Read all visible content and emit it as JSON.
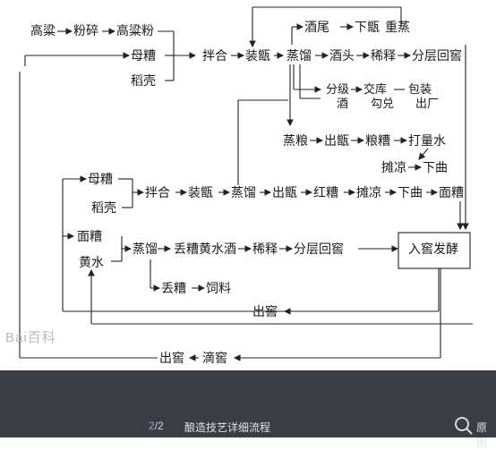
{
  "diagram": {
    "nodes": {
      "gaoliang": "高粱",
      "fensui": "粉碎",
      "gaoliangfen": "高粱粉",
      "muzao1": "母糟",
      "daoke1": "稻壳",
      "banhe1": "拌合",
      "zhuangzeng1": "装甑",
      "zhengliu1": "蒸馏",
      "jiuwei": "酒尾",
      "xiazeng": "下甑",
      "chongzheng": "重蒸",
      "jiutou": "酒头",
      "xishi1": "稀释",
      "fencenghuijiao1": "分层回窖",
      "fenji": "分级",
      "jiaoku": "交库",
      "baozhuang": "包装",
      "jiu": "酒",
      "goudui": "勾兑",
      "chuchang": "出厂",
      "zhengliang": "蒸粮",
      "chuzeng1": "出甑",
      "liangzao": "粮糟",
      "daliangshui": "打量水",
      "tanliang1": "摊凉",
      "xiaqu1": "下曲",
      "muzao2": "母糟",
      "daoke2": "稻壳",
      "banhe2": "拌合",
      "zhuangzeng2": "装甑",
      "zhengliu2": "蒸馏",
      "chuzeng2": "出甑",
      "hongzao": "红糟",
      "tanliang2": "摊凉",
      "xiaqu2": "下曲",
      "mianzao1": "面糟",
      "mianzao2": "面糟",
      "huangshui": "黄水",
      "zhengliu3": "蒸馏",
      "diuzaohuangshuijiu": "丢糟黄水酒",
      "xishi2": "稀释",
      "fencenghuijiao2": "分层回窖",
      "diuzao": "丢糟",
      "siliao": "饲料",
      "rujiaofajiao": "入窖发酵",
      "chujiao1": "出窖",
      "chujiao2": "出窖",
      "dijiao": "滴窖"
    }
  },
  "watermark": "Bai百科",
  "bottom_bar": {
    "page_current": "2",
    "page_sep_total": "/2",
    "caption": "酿造技艺详细流程",
    "original_label": "原图"
  }
}
